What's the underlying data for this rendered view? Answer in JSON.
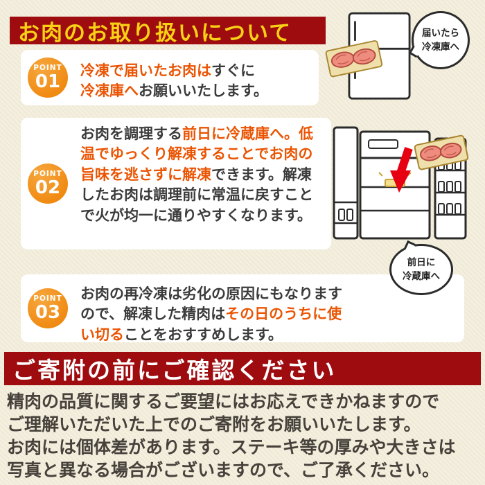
{
  "title_banner": {
    "text": "お肉のお取り扱いについて"
  },
  "top_bubble": {
    "text": "届いたら\n冷凍庫へ"
  },
  "points": [
    {
      "badge": {
        "label": "POINT",
        "number": "01"
      },
      "segments": [
        {
          "text": "冷凍で届いたお肉は",
          "highlight": true
        },
        {
          "text": "すぐに",
          "highlight": false
        },
        {
          "text": "冷凍庫へ",
          "highlight": true
        },
        {
          "text": "お願いいたします。",
          "highlight": false
        }
      ]
    },
    {
      "badge": {
        "label": "POINT",
        "number": "02"
      },
      "segments": [
        {
          "text": "お肉を調理する",
          "highlight": false
        },
        {
          "text": "前日に冷蔵庫へ。低温でゆっくり解凍することでお肉の旨味を逃さずに解凍",
          "highlight": true
        },
        {
          "text": "できます。解凍したお肉は調理前に常温に戻すことで火が均一に通りやすくなります。",
          "highlight": false
        }
      ],
      "bubble": {
        "text": "前日に\n冷蔵庫へ"
      }
    },
    {
      "badge": {
        "label": "POINT",
        "number": "03"
      },
      "segments": [
        {
          "text": "お肉の再冷凍は劣化の原因にもなりますので、解凍した精肉は",
          "highlight": false
        },
        {
          "text": "その日のうちに使い切る",
          "highlight": true
        },
        {
          "text": "ことをおすすめします。",
          "highlight": false
        }
      ]
    }
  ],
  "notice_banner": {
    "text": "ご寄附の前にご確認ください"
  },
  "notice_lines": [
    "精肉の品質に関するご要望にはお応えできかねますので",
    "ご理解いただいた上でのご寄附をお願いいたします。",
    "お肉には個体差があります。ステーキ等の厚みや大きさは",
    "写真と異なる場合がございますので、ご了承ください。"
  ],
  "icons": {
    "fridge_closed": "fridge-closed-illustration",
    "fridge_open": "fridge-open-illustration",
    "meat_tray": "meat-tray-icon",
    "red_arrow": "red-arrow-icon"
  },
  "colors": {
    "banner_red": "#9e0c10",
    "title_yellow": "#f8d115",
    "highlight_orange": "#ea5504",
    "badge_orange": "#ee7f00",
    "text_dark": "#3b3b3b",
    "page_bg": "#f4efde"
  }
}
